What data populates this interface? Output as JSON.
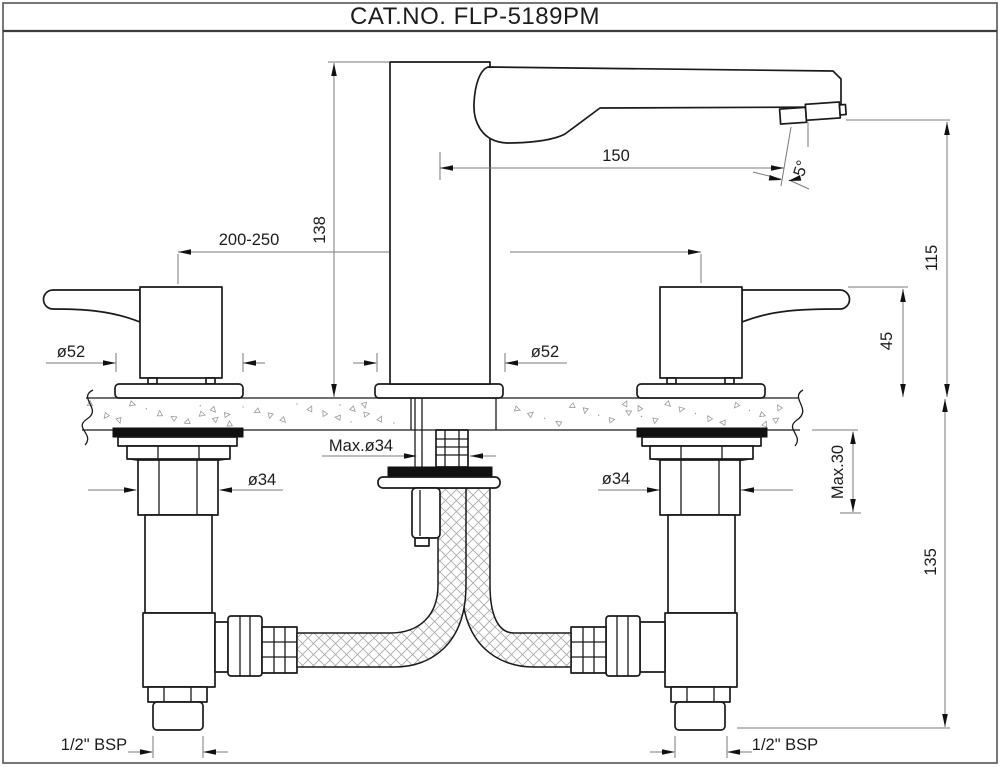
{
  "title_block": {
    "title": "CAT.NO. FLP-5189PM"
  },
  "dimensions": {
    "spout_height": "138",
    "handle_spread": "200-250",
    "spout_reach": "150",
    "spout_angle": "5°",
    "overall_height_above_deck": "115",
    "handle_height_above_deck": "45",
    "left_handle_base_dia": "ø52",
    "spout_base_dia": "ø52",
    "center_hole_max_dia": "Max.ø34",
    "left_valve_body_dia": "ø34",
    "right_valve_body_dia": "ø34",
    "max_deck_thickness": "Max.30",
    "below_deck_depth": "135",
    "left_inlet_thread": "1/2\" BSP",
    "right_inlet_thread": "1/2\" BSP"
  }
}
